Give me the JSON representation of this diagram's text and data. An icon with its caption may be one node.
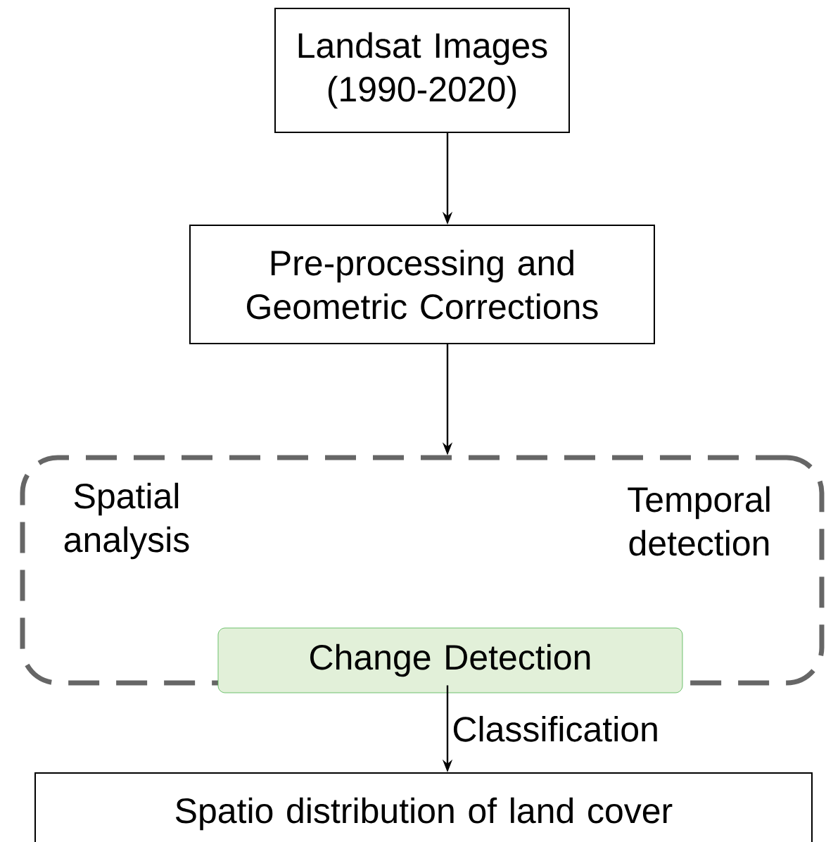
{
  "diagram": {
    "nodes": [
      {
        "text": [
          "Landsat Images (1990-2020)"
        ]
      },
      {
        "text": [
          "Pre-processing and Geometric Corrections"
        ]
      },
      {
        "text": [
          "Spatial analysis",
          "Temporal detection"
        ]
      },
      {
        "text": [
          "Change Detection"
        ],
        "in": 2
      },
      {
        "text": [
          "Spatio distribution of land cover"
        ]
      }
    ],
    "edges": [
      {
        "from": 0,
        "to": 1,
        "arrow": "to"
      },
      {
        "from": 1,
        "to": 2,
        "arrow": "to"
      },
      {
        "from": 2,
        "to": 4,
        "arrow": "to",
        "label": "Classification"
      }
    ]
  }
}
